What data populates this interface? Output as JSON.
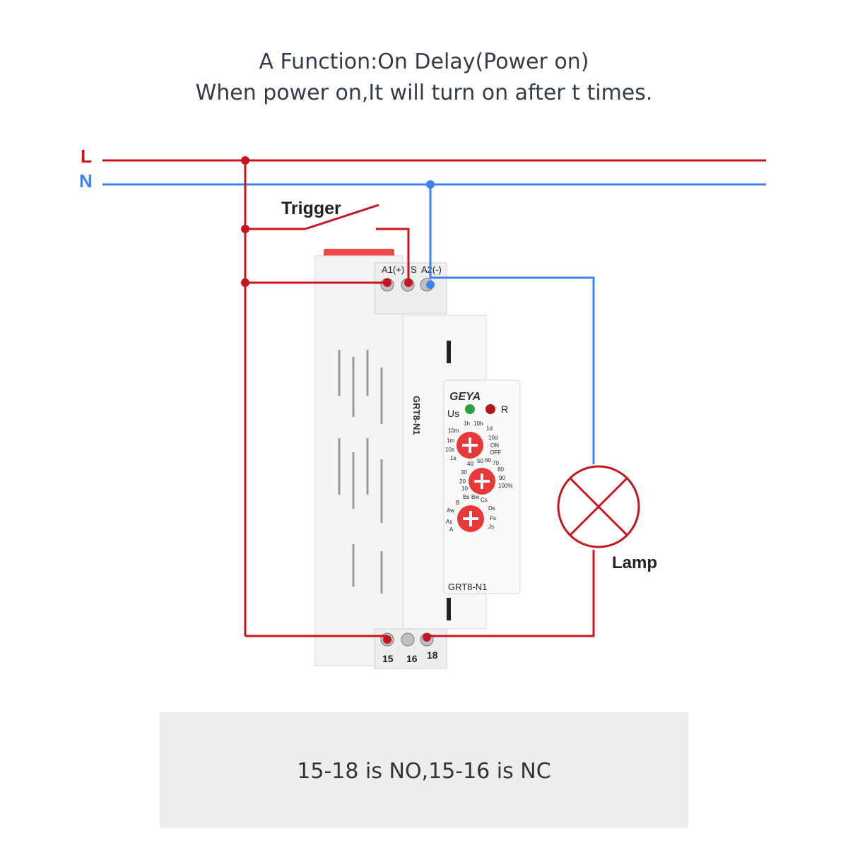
{
  "header": {
    "title": "A Function:On Delay(Power on)",
    "subtitle": "When power on,It will turn on after t times."
  },
  "wiring": {
    "line_label": "L",
    "neutral_label": "N",
    "trigger_label": "Trigger",
    "lamp_label": "Lamp",
    "colors": {
      "line": "#c8141e",
      "neutral": "#3c82f0"
    }
  },
  "relay": {
    "brand": "GEYA",
    "model": "GRT8-N1",
    "top_terminals": [
      "A1(+)",
      "S",
      "A2(-)"
    ],
    "bottom_terminals": [
      "15",
      "16",
      "18"
    ],
    "indicators": [
      "Us",
      "R"
    ],
    "time_range_labels": [
      "1s",
      "10s",
      "1m",
      "10m",
      "1h",
      "10h",
      "1d",
      "10d",
      "ON",
      "OFF"
    ],
    "percent_labels": [
      "10",
      "20",
      "30",
      "40",
      "50",
      "60",
      "70",
      "80",
      "90",
      "100%"
    ],
    "function_labels": [
      "A",
      "As",
      "Aw",
      "B",
      "Bs",
      "Bw",
      "Cs",
      "Ds",
      "Fs",
      "Js"
    ],
    "colors": {
      "body": "#f2f2f2",
      "knob": "#e8383a",
      "accent": "#e8383a"
    }
  },
  "footer": {
    "note": "15-18 is NO,15-16 is NC"
  }
}
